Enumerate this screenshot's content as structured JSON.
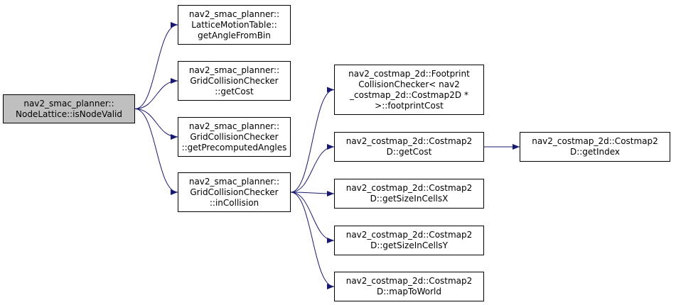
{
  "diagram": {
    "edge_color": "#191970",
    "root_fill": "#bfbfbf",
    "nodes": {
      "isNodeValid": {
        "lines": [
          "nav2_smac_planner::",
          "NodeLattice::isNodeValid"
        ]
      },
      "getAngleFromBin": {
        "lines": [
          "nav2_smac_planner::",
          "LatticeMotionTable::",
          "getAngleFromBin"
        ]
      },
      "gccGetCost": {
        "lines": [
          "nav2_smac_planner::",
          "GridCollisionChecker",
          "::getCost"
        ]
      },
      "getPrecomputedAngles": {
        "lines": [
          "nav2_smac_planner::",
          "GridCollisionChecker",
          "::getPrecomputedAngles"
        ]
      },
      "inCollision": {
        "lines": [
          "nav2_smac_planner::",
          "GridCollisionChecker",
          "::inCollision"
        ]
      },
      "footprintCost": {
        "lines": [
          "nav2_costmap_2d::Footprint",
          "CollisionChecker< nav2",
          "_costmap_2d::Costmap2D *",
          ">::footprintCost"
        ]
      },
      "costmapGetCost": {
        "lines": [
          "nav2_costmap_2d::Costmap2",
          "D::getCost"
        ]
      },
      "getSizeInCellsX": {
        "lines": [
          "nav2_costmap_2d::Costmap2",
          "D::getSizeInCellsX"
        ]
      },
      "getSizeInCellsY": {
        "lines": [
          "nav2_costmap_2d::Costmap2",
          "D::getSizeInCellsY"
        ]
      },
      "mapToWorld": {
        "lines": [
          "nav2_costmap_2d::Costmap2",
          "D::mapToWorld"
        ]
      },
      "getIndex": {
        "lines": [
          "nav2_costmap_2d::Costmap2",
          "D::getIndex"
        ]
      }
    },
    "edges": [
      [
        "isNodeValid",
        "getAngleFromBin"
      ],
      [
        "isNodeValid",
        "gccGetCost"
      ],
      [
        "isNodeValid",
        "getPrecomputedAngles"
      ],
      [
        "isNodeValid",
        "inCollision"
      ],
      [
        "inCollision",
        "footprintCost"
      ],
      [
        "inCollision",
        "costmapGetCost"
      ],
      [
        "inCollision",
        "getSizeInCellsX"
      ],
      [
        "inCollision",
        "getSizeInCellsY"
      ],
      [
        "inCollision",
        "mapToWorld"
      ],
      [
        "costmapGetCost",
        "getIndex"
      ]
    ]
  }
}
